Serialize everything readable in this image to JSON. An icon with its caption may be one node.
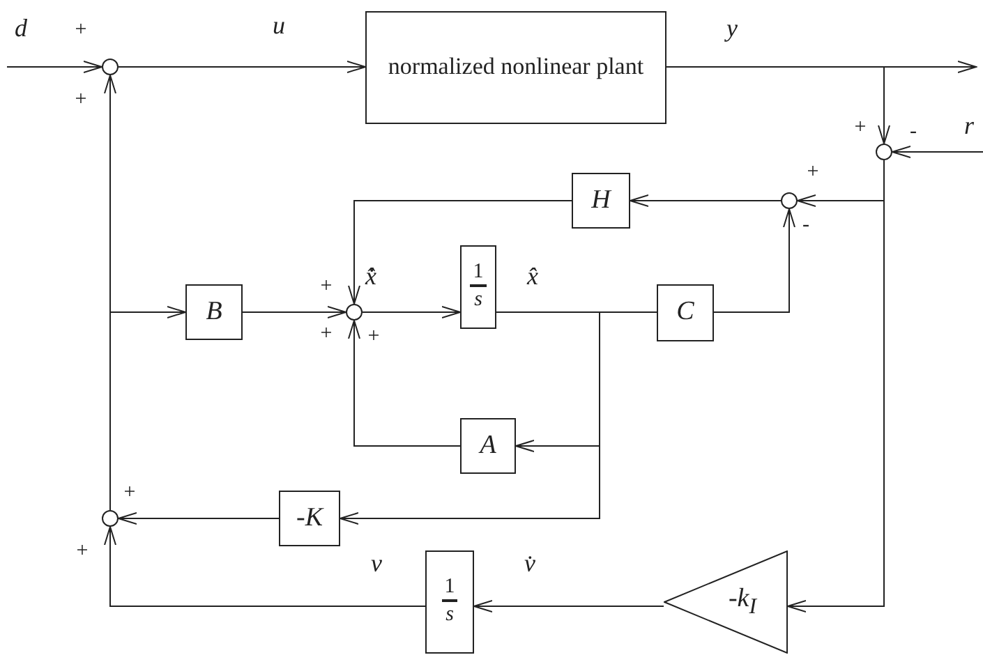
{
  "diagram": {
    "nodes": [
      {
        "text": [],
        "shape": "circle",
        "beside": [
          "+",
          "+"
        ]
      },
      {
        "text": [
          "normalized nonlinear plant"
        ]
      },
      {
        "text": [],
        "shape": "circle",
        "beside": [
          "+",
          "-"
        ]
      },
      {
        "text": [],
        "shape": "circle",
        "beside": [
          "+",
          "-"
        ]
      },
      {
        "text": [
          "H"
        ]
      },
      {
        "text": [],
        "shape": "circle",
        "beside": [
          "+",
          "+",
          "+"
        ]
      },
      {
        "text": [
          "B"
        ]
      },
      {
        "text": [
          "1",
          "s"
        ]
      },
      {
        "text": [
          "C"
        ]
      },
      {
        "text": [
          "A"
        ]
      },
      {
        "text": [
          "-K"
        ]
      },
      {
        "text": [],
        "shape": "circle",
        "beside": [
          "+",
          "+"
        ]
      },
      {
        "text": [
          "-k$_{I}$"
        ]
      },
      {
        "text": [
          "1",
          "s"
        ]
      }
    ],
    "edges": [
      {
        "from": null,
        "to": 0,
        "arrow": "to",
        "label": "d"
      },
      {
        "from": 0,
        "to": 1,
        "arrow": "to",
        "label": "u"
      },
      {
        "from": 1,
        "to": null,
        "arrow": "to",
        "label": "y"
      },
      {
        "from": 1,
        "to": 2,
        "arrow": "to"
      },
      {
        "from": null,
        "to": 2,
        "arrow": "to",
        "label": "r"
      },
      {
        "from": 2,
        "to": 3,
        "arrow": "to"
      },
      {
        "from": 2,
        "to": 12,
        "arrow": "to"
      },
      {
        "from": 3,
        "to": 4,
        "arrow": "to"
      },
      {
        "from": 4,
        "to": 5,
        "arrow": "to"
      },
      {
        "from": 11,
        "to": 0,
        "arrow": "to"
      },
      {
        "from": 11,
        "to": 6,
        "arrow": "to"
      },
      {
        "from": 6,
        "to": 5,
        "arrow": "to"
      },
      {
        "from": 5,
        "to": 7,
        "arrow": "to",
        "label": "x̂̇"
      },
      {
        "from": 7,
        "to": 8,
        "arrow": "none",
        "label": "x̂"
      },
      {
        "from": 7,
        "to": 9,
        "arrow": "to"
      },
      {
        "from": 7,
        "to": 10,
        "arrow": "to"
      },
      {
        "from": 8,
        "to": 3,
        "arrow": "to"
      },
      {
        "from": 9,
        "to": 5,
        "arrow": "to"
      },
      {
        "from": 12,
        "to": 13,
        "arrow": "to",
        "label": "v̇"
      },
      {
        "from": 13,
        "to": 11,
        "arrow": "to",
        "label": "v"
      },
      {
        "from": 10,
        "to": 11,
        "arrow": "to"
      }
    ]
  }
}
